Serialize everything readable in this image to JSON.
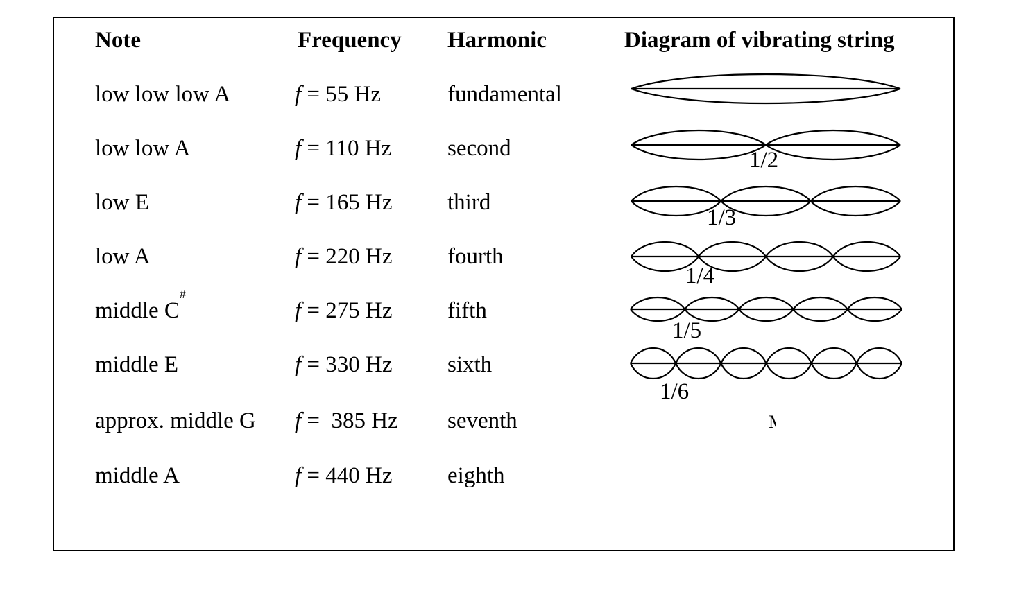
{
  "headers": {
    "note": "Note",
    "frequency": "Frequency",
    "harmonic": "Harmonic",
    "diagram": "Diagram of vibrating string"
  },
  "rows": [
    {
      "note": "low low low A",
      "note_sup": "",
      "f_symbol": "f",
      "f_rest": " = 55 Hz",
      "harmonic": "fundamental",
      "fraction": "",
      "loops": 1
    },
    {
      "note": "low low A",
      "note_sup": "",
      "f_symbol": "f",
      "f_rest": " = 110 Hz",
      "harmonic": "second",
      "fraction": "1/2",
      "loops": 2
    },
    {
      "note": "low E",
      "note_sup": "",
      "f_symbol": "f",
      "f_rest": " = 165 Hz",
      "harmonic": "third",
      "fraction": "1/3",
      "loops": 3
    },
    {
      "note": "low A",
      "note_sup": "",
      "f_symbol": "f",
      "f_rest": " = 220 Hz",
      "harmonic": "fourth",
      "fraction": "1/4",
      "loops": 4
    },
    {
      "note": "middle C",
      "note_sup": "#",
      "f_symbol": "f",
      "f_rest": " = 275 Hz",
      "harmonic": "fifth",
      "fraction": "1/5",
      "loops": 5
    },
    {
      "note": "middle E",
      "note_sup": "",
      "f_symbol": "f",
      "f_rest": " = 330 Hz",
      "harmonic": "sixth",
      "fraction": "1/6",
      "loops": 6
    },
    {
      "note": "approx. middle G",
      "note_sup": "",
      "f_symbol": "f",
      "f_rest": " =  385 Hz",
      "harmonic": "seventh",
      "fraction": "",
      "loops": 0
    },
    {
      "note": "middle A",
      "note_sup": "",
      "f_symbol": "f",
      "f_rest": " = 440 Hz",
      "harmonic": "eighth",
      "fraction": "",
      "loops": 0
    }
  ],
  "stray_glyph": "M"
}
